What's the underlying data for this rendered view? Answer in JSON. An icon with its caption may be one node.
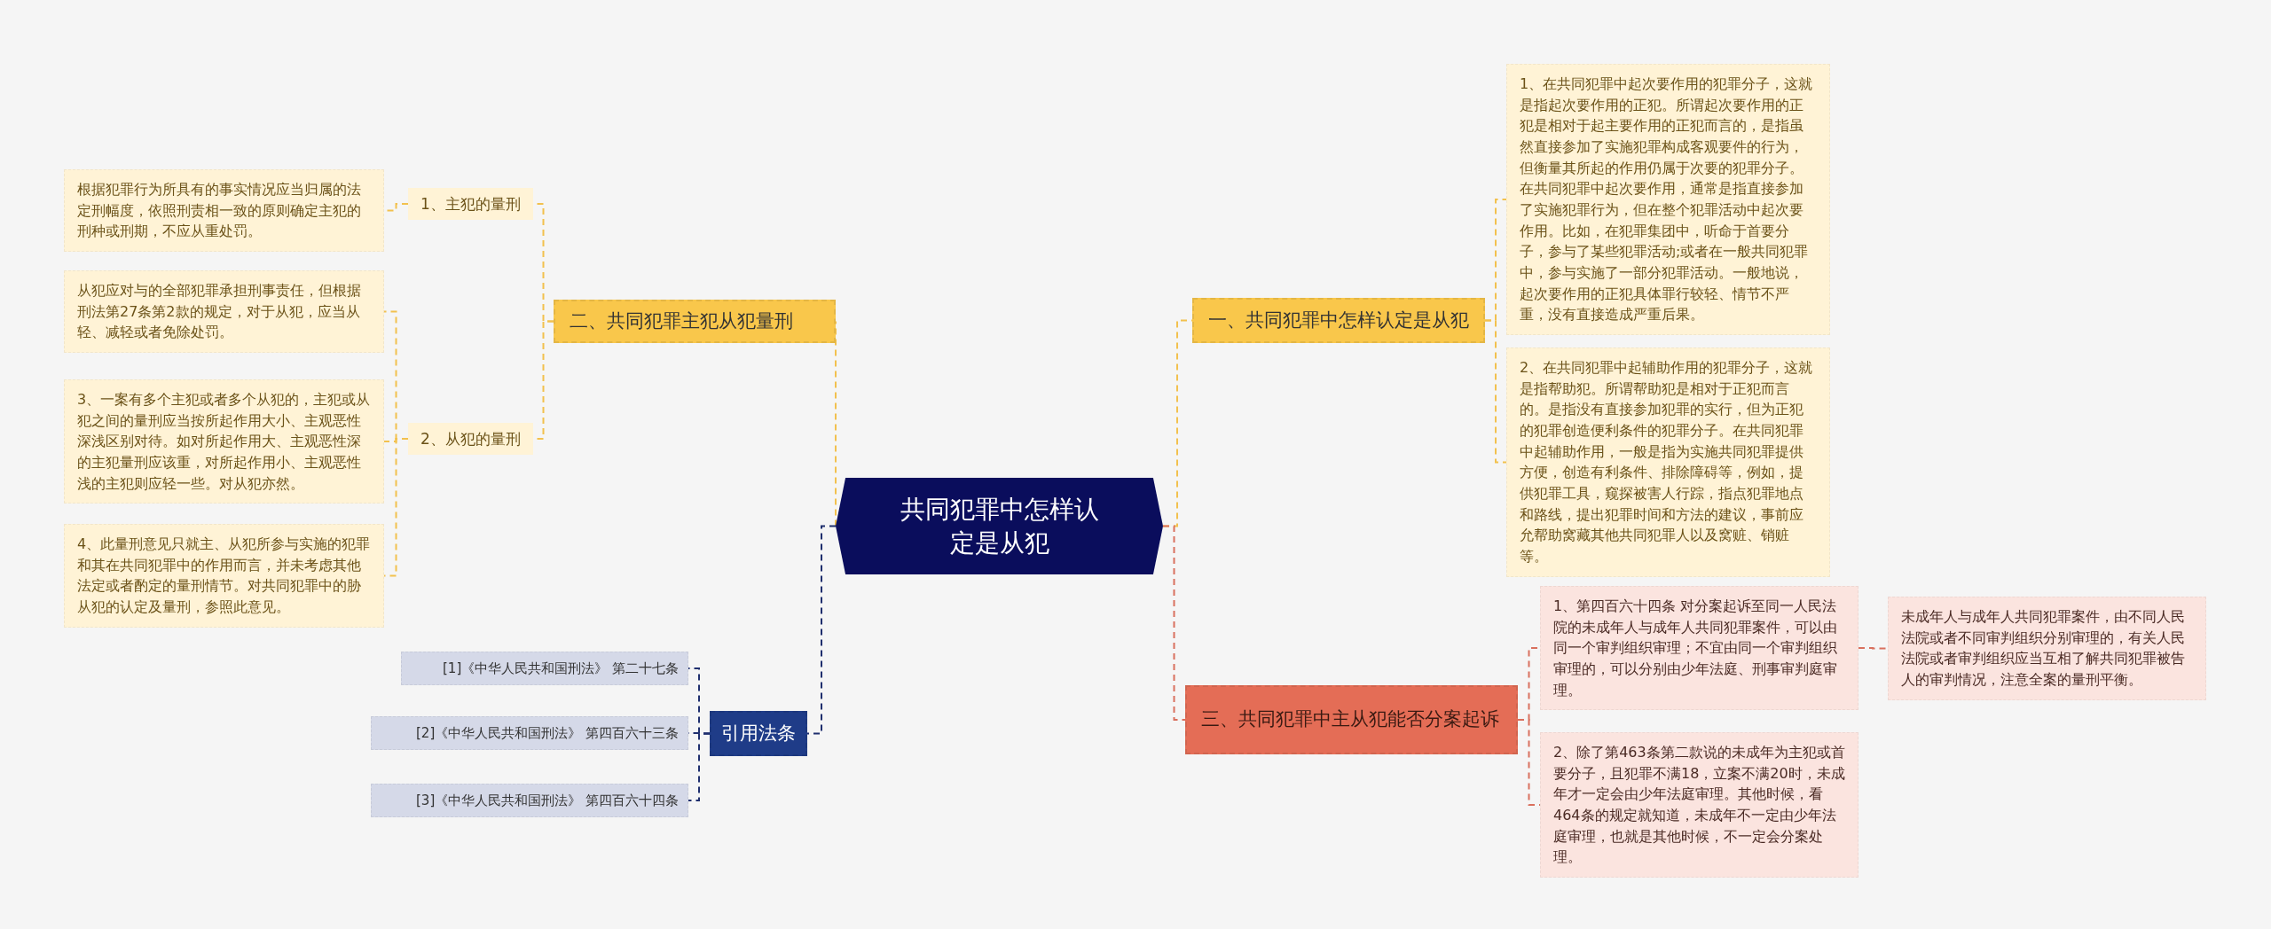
{
  "diagram": {
    "nodes": [
      {
        "text": [
          "共同犯罪中怎样认定是从犯"
        ]
      },
      {
        "text": [
          "二、共同犯罪主犯从犯量刑"
        ]
      },
      {
        "text": [
          "1、主犯的量刑"
        ]
      },
      {
        "text": [
          "2、从犯的量刑"
        ]
      },
      {
        "text": [
          "根据犯罪行为所具有的事实情况应当归属的法定刑幅度，依照刑责相一致的原则确定主犯的刑种或刑期，不应从重处罚。"
        ]
      },
      {
        "text": [
          "从犯应对与的全部犯罪承担刑事责任，但根据刑法第27条第2款的规定，对于从犯，应当从轻、减轻或者免除处罚。"
        ]
      },
      {
        "text": [
          "3、一案有多个主犯或者多个从犯的，主犯或从犯之间的量刑应当按所起作用大小、主观恶性深浅区别对待。如对所起作用大、主观恶性深的主犯量刑应该重，对所起作用小、主观恶性浅的主犯则应轻一些。对从犯亦然。"
        ]
      },
      {
        "text": [
          "4、此量刑意见只就主、从犯所参与实施的犯罪和其在共同犯罪中的作用而言，并未考虑其他法定或者酌定的量刑情节。对共同犯罪中的胁从犯的认定及量刑，参照此意见。"
        ]
      },
      {
        "text": [
          "引用法条"
        ]
      },
      {
        "text": [
          "[1]《中华人民共和国刑法》 第二十七条"
        ]
      },
      {
        "text": [
          "[2]《中华人民共和国刑法》 第四百六十三条"
        ]
      },
      {
        "text": [
          "[3]《中华人民共和国刑法》 第四百六十四条"
        ]
      },
      {
        "text": [
          "一、共同犯罪中怎样认定是从犯"
        ]
      },
      {
        "text": [
          "1、在共同犯罪中起次要作用的犯罪分子，这就是指起次要作用的正犯。所谓起次要作用的正犯是相对于起主要作用的正犯而言的，是指虽然直接参加了实施犯罪构成客观要件的行为，但衡量其所起的作用仍属于次要的犯罪分子。在共同犯罪中起次要作用，通常是指直接参加了实施犯罪行为，但在整个犯罪活动中起次要作用。比如，在犯罪集团中，听命于首要分子，参与了某些犯罪活动;或者在一般共同犯罪中，参与实施了一部分犯罪活动。一般地说，起次要作用的正犯具体罪行较轻、情节不严重，没有直接造成严重后果。"
        ]
      },
      {
        "text": [
          "2、在共同犯罪中起辅助作用的犯罪分子，这就是指帮助犯。所谓帮助犯是相对于正犯而言的。是指没有直接参加犯罪的实行，但为正犯的犯罪创造便利条件的犯罪分子。在共同犯罪中起辅助作用，一般是指为实施共同犯罪提供方便，创造有利条件、排除障碍等，例如，提供犯罪工具，窥探被害人行踪，指点犯罪地点和路线，提出犯罪时间和方法的建议，事前应允帮助窝藏其他共同犯罪人以及窝赃、销赃等。"
        ]
      },
      {
        "text": [
          "三、共同犯罪中主从犯能否分案起诉"
        ]
      },
      {
        "text": [
          "1、第四百六十四条 对分案起诉至同一人民法院的未成年人与成年人共同犯罪案件，可以由同一个审判组织审理；不宜由同一个审判组织审理的，可以分别由少年法庭、刑事审判庭审理。"
        ]
      },
      {
        "text": [
          "2、除了第463条第二款说的未成年为主犯或首要分子，且犯罪不满18，立案不满20时，未成年才一定会由少年法庭审理。其他时候，看464条的规定就知道，未成年不一定由少年法庭审理，也就是其他时候，不一定会分案处理。"
        ]
      },
      {
        "text": [
          "未成年人与成年人共同犯罪案件，由不同人民法院或者不同审判组织分别审理的，有关人民法院或者审判组织应当互相了解共同犯罪被告人的审判情况，注意全案的量刑平衡。"
        ]
      }
    ],
    "edges": [
      {
        "from": 0,
        "to": 1,
        "arrow": "none",
        "style": "dashed"
      },
      {
        "from": 1,
        "to": 2,
        "arrow": "none",
        "style": "dashed"
      },
      {
        "from": 1,
        "to": 3,
        "arrow": "none",
        "style": "dashed"
      },
      {
        "from": 2,
        "to": 4,
        "arrow": "none",
        "style": "dashed"
      },
      {
        "from": 3,
        "to": 5,
        "arrow": "none",
        "style": "dashed"
      },
      {
        "from": 3,
        "to": 6,
        "arrow": "none",
        "style": "dashed"
      },
      {
        "from": 3,
        "to": 7,
        "arrow": "none",
        "style": "dashed"
      },
      {
        "from": 0,
        "to": 8,
        "arrow": "none",
        "style": "dashed",
        "color": "#1f2f6e"
      },
      {
        "from": 8,
        "to": 9,
        "arrow": "none",
        "style": "dashed",
        "color": "#1f2f6e"
      },
      {
        "from": 8,
        "to": 10,
        "arrow": "none",
        "style": "dashed",
        "color": "#1f2f6e"
      },
      {
        "from": 8,
        "to": 11,
        "arrow": "none",
        "style": "dashed",
        "color": "#1f2f6e"
      },
      {
        "from": 0,
        "to": 12,
        "arrow": "none",
        "style": "dashed"
      },
      {
        "from": 12,
        "to": 13,
        "arrow": "none",
        "style": "dashed"
      },
      {
        "from": 12,
        "to": 14,
        "arrow": "none",
        "style": "dashed"
      },
      {
        "from": 0,
        "to": 15,
        "arrow": "none",
        "style": "dashed",
        "color": "#d9705e"
      },
      {
        "from": 15,
        "to": 16,
        "arrow": "none",
        "style": "dashed",
        "color": "#d9705e"
      },
      {
        "from": 15,
        "to": 17,
        "arrow": "none",
        "style": "dashed",
        "color": "#d9705e"
      },
      {
        "from": 16,
        "to": 18,
        "arrow": "none",
        "style": "dashed",
        "color": "#d9705e"
      }
    ]
  }
}
